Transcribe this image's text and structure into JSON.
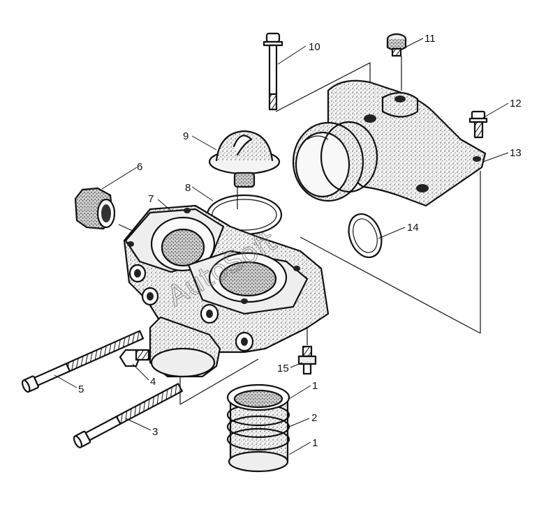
{
  "watermark": "AutoSoft",
  "callouts": {
    "c1a": "1",
    "c1b": "1",
    "c2": "2",
    "c3": "3",
    "c4": "4",
    "c5": "5",
    "c6": "6",
    "c7": "7",
    "c8": "8",
    "c9": "9",
    "c10": "10",
    "c11": "11",
    "c12": "12",
    "c13": "13",
    "c14": "14",
    "c15": "15"
  },
  "parts": [
    {
      "id": "pipe-seal",
      "callout": "1"
    },
    {
      "id": "connecting-pipe",
      "callout": "2"
    },
    {
      "id": "long-bolt",
      "callout": "3"
    },
    {
      "id": "hex-bolt",
      "callout": "4"
    },
    {
      "id": "through-bolt",
      "callout": "5"
    },
    {
      "id": "plug",
      "callout": "6"
    },
    {
      "id": "housing-gasket",
      "callout": "7"
    },
    {
      "id": "thermostat-seal",
      "callout": "8"
    },
    {
      "id": "thermostat",
      "callout": "9"
    },
    {
      "id": "cover-bolt",
      "callout": "10"
    },
    {
      "id": "cap-plug",
      "callout": "11"
    },
    {
      "id": "short-bolt",
      "callout": "12"
    },
    {
      "id": "outlet-elbow-cover",
      "callout": "13"
    },
    {
      "id": "o-ring",
      "callout": "14"
    },
    {
      "id": "drain-fitting",
      "callout": "15"
    }
  ]
}
